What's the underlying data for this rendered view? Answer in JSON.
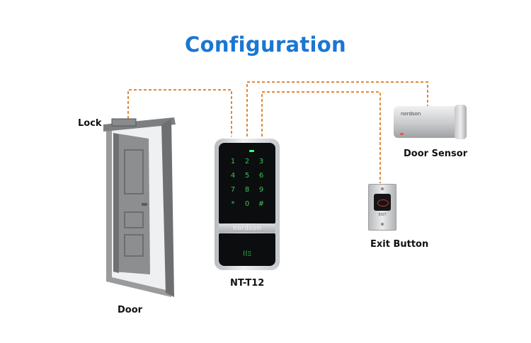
{
  "title": "Configuration",
  "labels": {
    "lock": "Lock",
    "door": "Door",
    "device": "NT-T12",
    "door_sensor": "Door Sensor",
    "exit_button": "Exit Button"
  },
  "keypad": {
    "brand": "nordson",
    "keys": [
      "1",
      "2",
      "3",
      "4",
      "5",
      "6",
      "7",
      "8",
      "9",
      "*",
      "0",
      "#"
    ],
    "rfid_symbol": "((▯"
  },
  "sensor": {
    "brand": "nordson"
  },
  "exit_button": {
    "face_text": "EXIT"
  },
  "colors": {
    "title": "#1a77d2",
    "wire": "#e0893a",
    "keypad_key": "#37c459",
    "door": "#8e8f91"
  }
}
